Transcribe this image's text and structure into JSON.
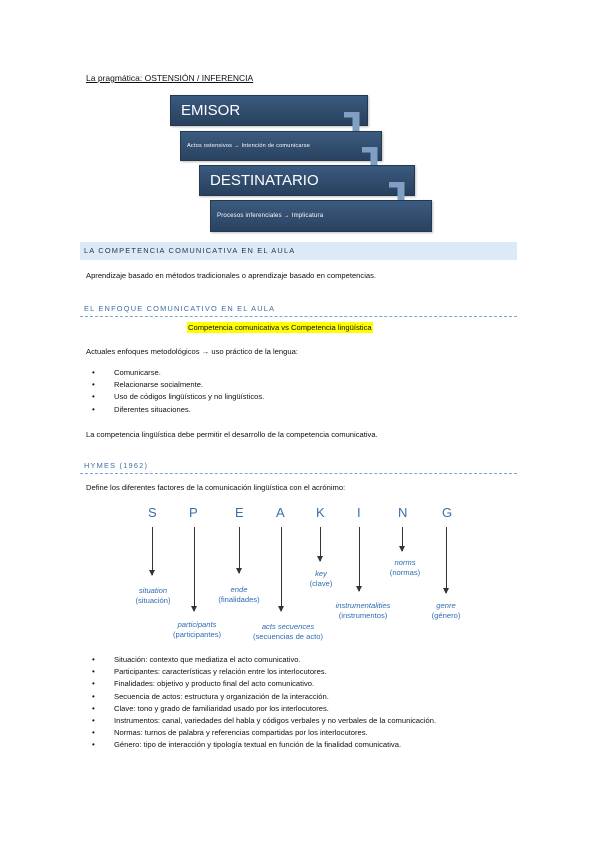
{
  "header": {
    "title": "La pragmática: OSTENSIÓN / INFERENCIA"
  },
  "diagram": {
    "emisor": "EMISOR",
    "actos": "Actos ostensivos → Intención de comunicarse",
    "destinatario": "DESTINATARIO",
    "procesos": "Procesos inferenciales → Implicatura",
    "box_color": "#2f4a6b",
    "arrow_color": "#7f9fc4"
  },
  "section1": {
    "heading": "LA COMPETENCIA COMUNICATIVA EN EL AULA",
    "text": "Aprendizaje basado en métodos tradicionales o aprendizaje basado en competencias."
  },
  "section2": {
    "heading": "EL ENFOQUE COMUNICATIVO EN EL AULA",
    "highlight": "Competencia comunicativa vs Competencia lingüística",
    "intro": "Actuales enfoques metodológicos → uso práctico de la lengua:",
    "items": [
      "Comunicarse.",
      "Relacionarse socialmente.",
      "Uso de códigos lingüísticos y no lingüísticos.",
      "Diferentes situaciones."
    ],
    "conclusion": "La competencia lingüística debe permitir el desarrollo de la competencia comunicativa."
  },
  "section3": {
    "heading": "HYMES (1962)",
    "intro": "Define los diferentes factores de la comunicación lingüística con el acrónimo:",
    "letters": [
      "S",
      "P",
      "E",
      "A",
      "K",
      "I",
      "N",
      "G"
    ],
    "labels": [
      {
        "en": "situation",
        "es": "(situación)"
      },
      {
        "en": "participants",
        "es": "(participantes)"
      },
      {
        "en": "ende",
        "es": "(finalidades)"
      },
      {
        "en": "acts secuences",
        "es": "(secuencias de acto)"
      },
      {
        "en": "key",
        "es": "(clave)"
      },
      {
        "en": "instrumentalities",
        "es": "(instrumentos)"
      },
      {
        "en": "norms",
        "es": "(normas)"
      },
      {
        "en": "genre",
        "es": "(género)"
      }
    ],
    "bullets": [
      "Situación: contexto que mediatiza el acto comunicativo.",
      "Participantes: características y relación entre los interlocutores.",
      "Finalidades: objetivo y producto final del acto comunicativo.",
      "Secuencia de actos: estructura y organización de la interacción.",
      "Clave: tono y grado de familiaridad usado por los interlocutores.",
      "Instrumentos: canal, variedades del habla y códigos verbales y no verbales de la comunicación.",
      "Normas: turnos de palabra y referencias compartidas por los interlocutores.",
      "Género: tipo de interacción y tipología textual en función de la finalidad comunicativa."
    ],
    "accent_color": "#2e6bb3"
  }
}
